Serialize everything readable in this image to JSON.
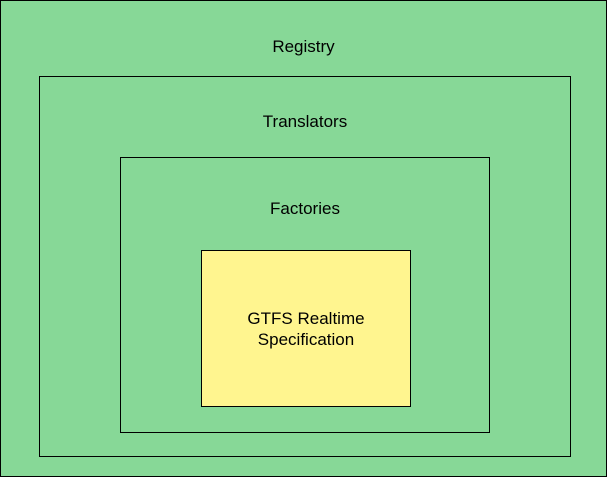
{
  "layers": {
    "registry": "Registry",
    "translators": "Translators",
    "factories": "Factories",
    "specification": "GTFS Realtime Specification"
  },
  "colors": {
    "layer_fill": "#87d897",
    "core_fill": "#fff58f",
    "border": "#000000"
  }
}
